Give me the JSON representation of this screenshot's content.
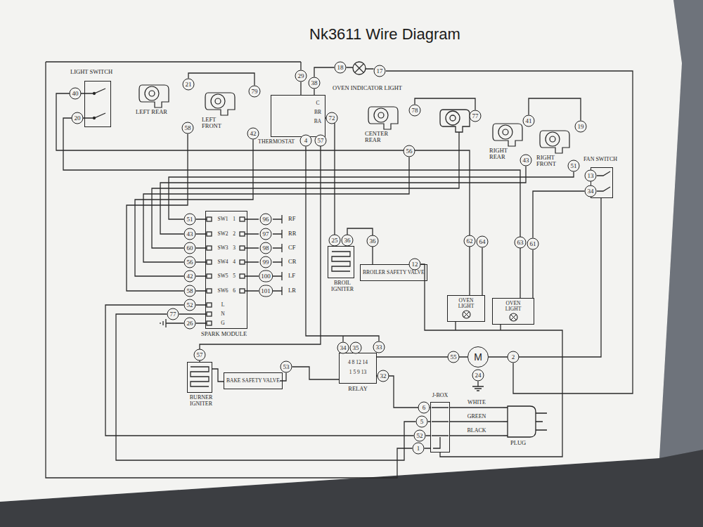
{
  "diagram": {
    "title": "Nk3611 Wire Diagram",
    "nodes": [
      {
        "text": [
          "LIGHT SWITCH"
        ]
      },
      {
        "text": [
          "LEFT REAR"
        ]
      },
      {
        "text": [
          "LEFT FRONT"
        ]
      },
      {
        "text": [
          "THERMOSTAT"
        ]
      },
      {
        "text": [
          "CENTER REAR"
        ]
      },
      {
        "text": [
          "RIGHT REAR"
        ]
      },
      {
        "text": [
          "RIGHT FRONT"
        ]
      },
      {
        "text": [
          "FAN SWITCH"
        ]
      },
      {
        "text": [
          "SPARK MODULE"
        ]
      },
      {
        "text": [
          "BROIL IGNITER"
        ]
      },
      {
        "text": [
          "BROILER SAFETY VALVE"
        ]
      },
      {
        "text": [
          "OVEN LIGHT"
        ]
      },
      {
        "text": [
          "OVEN LIGHT"
        ]
      },
      {
        "text": [
          "RELAY"
        ]
      },
      {
        "text": [
          "M"
        ]
      },
      {
        "text": [
          "BURNER IGNITER"
        ]
      },
      {
        "text": [
          "BAKE SAFETY VALVE"
        ]
      },
      {
        "text": [
          "J-BOX"
        ]
      },
      {
        "text": [
          "PLUG"
        ]
      }
    ],
    "edges": [
      {
        "from": 0,
        "to": 11,
        "arrow": "none"
      },
      {
        "from": 0,
        "to": 12,
        "arrow": "none"
      },
      {
        "from": 3,
        "to": 9,
        "arrow": "none"
      },
      {
        "from": 3,
        "to": 15,
        "arrow": "none"
      },
      {
        "from": 9,
        "to": 10,
        "arrow": "none"
      },
      {
        "from": 13,
        "to": 14,
        "arrow": "none"
      },
      {
        "from": 13,
        "to": 17,
        "arrow": "none"
      },
      {
        "from": 17,
        "to": 18,
        "label": "WHITE",
        "arrow": "none"
      },
      {
        "from": 17,
        "to": 18,
        "label": "GREEN",
        "arrow": "none"
      },
      {
        "from": 17,
        "to": 18,
        "label": "BLACK",
        "arrow": "none"
      },
      {
        "from": 7,
        "to": 14,
        "arrow": "none"
      },
      {
        "from": 15,
        "to": 16,
        "arrow": "none"
      }
    ],
    "labels": [
      "40",
      "20",
      "21",
      "58",
      "79",
      "42",
      "29",
      "38",
      "18",
      "17",
      "OVEN INDICATOR LIGHT",
      "C",
      "BR",
      "BA",
      "72",
      "4",
      "57",
      "78",
      "56",
      "77",
      "41",
      "19",
      "43",
      "51",
      "13",
      "34",
      "51",
      "43",
      "60",
      "56",
      "42",
      "58",
      "52",
      "77",
      "26",
      "SW1",
      "SW2",
      "SW3",
      "SW4",
      "SW5",
      "SW6",
      "L",
      "N",
      "G",
      "1",
      "2",
      "3",
      "4",
      "5",
      "6",
      "96",
      "97",
      "98",
      "99",
      "100",
      "101",
      "RF",
      "RR",
      "CF",
      "CR",
      "LF",
      "LR",
      "25",
      "36",
      "36",
      "12",
      "62",
      "64",
      "63",
      "61",
      "34",
      "35",
      "33",
      "32",
      "4 8 12 14",
      "1 5 9 13",
      "55",
      "2",
      "24",
      "57",
      "53",
      "6",
      "5",
      "52",
      "1"
    ]
  }
}
